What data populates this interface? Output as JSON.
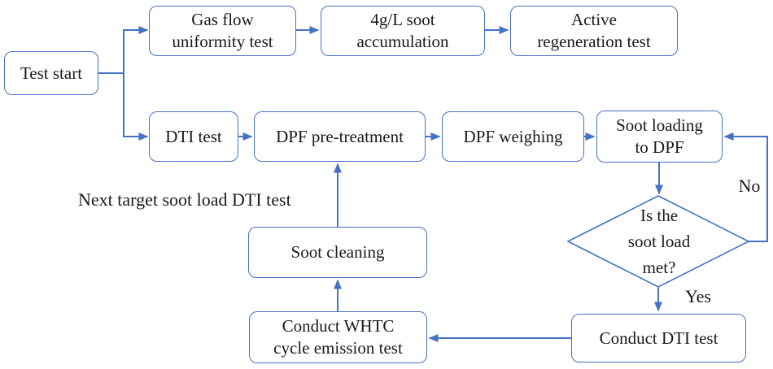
{
  "colors": {
    "accent": "#4472C4",
    "text": "#1a1a1a",
    "background": "#ffffff"
  },
  "nodes": {
    "test_start": {
      "label": "Test start"
    },
    "gas_flow": {
      "label": "Gas flow\nuniformity test"
    },
    "soot_accumulation": {
      "label": "4g/L soot\naccumulation"
    },
    "active_regeneration": {
      "label": "Active\nregeneration test"
    },
    "dti_test": {
      "label": "DTI test"
    },
    "dpf_pretreatment": {
      "label": "DPF pre-treatment"
    },
    "dpf_weighing": {
      "label": "DPF weighing"
    },
    "soot_loading": {
      "label": "Soot loading\nto DPF"
    },
    "decision": {
      "label": "Is the\nsoot load\nmet?"
    },
    "soot_cleaning": {
      "label": "Soot cleaning"
    },
    "whtc_test": {
      "label": "Conduct WHTC\ncycle emission test"
    },
    "conduct_dti": {
      "label": "Conduct DTI test"
    }
  },
  "edge_labels": {
    "no": "No",
    "yes": "Yes",
    "next_target": "Next target soot load DTI test"
  }
}
